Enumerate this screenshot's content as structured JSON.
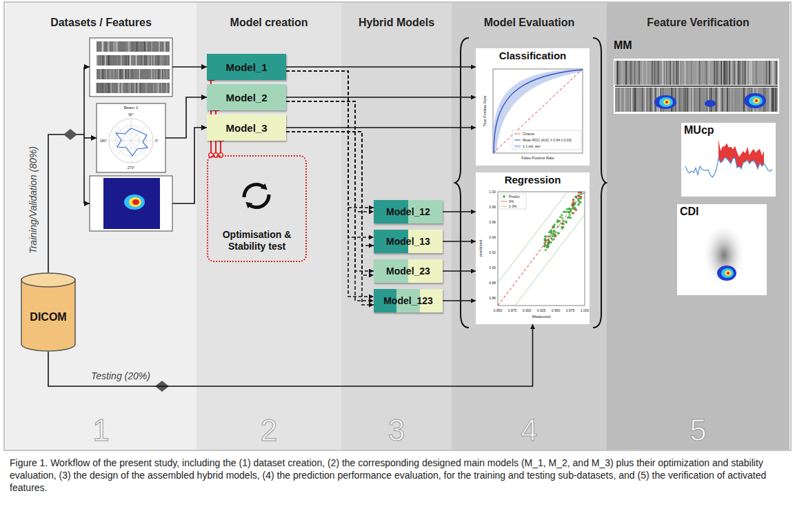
{
  "diagram": {
    "caption": "Figure 1. Workflow of the present study, including the (1) dataset creation, (2) the corresponding designed main models (M_1, M_2, and M_3) plus their optimization and stability evaluation, (3) the design of the assembled hybrid models, (4) the prediction performance evaluation, for the training and testing sub-datasets, and (5) the verification of activated features.",
    "nodes": [
      {
        "text": [
          "Datasets / Features",
          "1"
        ]
      },
      {
        "text": [
          "DICOM"
        ],
        "in": 0
      },
      {
        "text": [
          "Model creation",
          "2"
        ]
      },
      {
        "text": [
          "Model_1"
        ],
        "in": 2
      },
      {
        "text": [
          "Model_2"
        ],
        "in": 2
      },
      {
        "text": [
          "Model_3"
        ],
        "in": 2
      },
      {
        "text": [
          "Optimisation & Stability test"
        ],
        "in": 2
      },
      {
        "text": [
          "Hybrid Models",
          "3"
        ]
      },
      {
        "text": [
          "Model_12"
        ],
        "in": 7
      },
      {
        "text": [
          "Model_13"
        ],
        "in": 7
      },
      {
        "text": [
          "Model_23"
        ],
        "in": 7
      },
      {
        "text": [
          "Model_123"
        ],
        "in": 7
      },
      {
        "text": [
          "Model Evaluation",
          "4"
        ]
      },
      {
        "text": [
          "Classification"
        ],
        "in": 12
      },
      {
        "text": [
          "Regression"
        ],
        "in": 12
      },
      {
        "text": [
          "Feature Verification",
          "5"
        ]
      },
      {
        "text": [
          "MM"
        ],
        "in": 15
      },
      {
        "text": [
          "MUcp"
        ],
        "in": 15
      },
      {
        "text": [
          "CDI"
        ],
        "in": 15
      }
    ],
    "edges": [
      {
        "from": 3,
        "to": 13,
        "arrow": "to"
      },
      {
        "from": 4,
        "to": 13,
        "arrow": "to"
      },
      {
        "from": 5,
        "to": 13,
        "arrow": "to"
      },
      {
        "from": 3,
        "to": 6,
        "arrow": "none"
      },
      {
        "from": 4,
        "to": 6,
        "arrow": "none"
      },
      {
        "from": 5,
        "to": 6,
        "arrow": "none"
      },
      {
        "from": 3,
        "to": 8,
        "arrow": "to"
      },
      {
        "from": 3,
        "to": 9,
        "arrow": "to"
      },
      {
        "from": 3,
        "to": 11,
        "arrow": "to"
      },
      {
        "from": 4,
        "to": 8,
        "arrow": "to"
      },
      {
        "from": 4,
        "to": 10,
        "arrow": "to"
      },
      {
        "from": 4,
        "to": 11,
        "arrow": "to"
      },
      {
        "from": 5,
        "to": 9,
        "arrow": "to"
      },
      {
        "from": 5,
        "to": 10,
        "arrow": "to"
      },
      {
        "from": 5,
        "to": 11,
        "arrow": "to"
      },
      {
        "from": 8,
        "to": 14,
        "arrow": "to"
      },
      {
        "from": 9,
        "to": 14,
        "arrow": "to"
      },
      {
        "from": 10,
        "to": 14,
        "arrow": "to"
      },
      {
        "from": 11,
        "to": 14,
        "arrow": "to"
      },
      {
        "from": 1,
        "to": 14,
        "label": "Testing (20%)",
        "arrow": "to"
      }
    ],
    "labels": [
      "Training/Validation (80%)",
      "Chance",
      "Mean ROC (AUC = 0.94 ± 0.03)",
      "± 1 std. dev.",
      "True Positive Rate",
      "False Positive Rate",
      "Predict",
      "0%",
      "± 3%",
      "Measured",
      "predicted",
      "0.850",
      "0.875",
      "0.900",
      "0.925",
      "0.950",
      "0.975",
      "1.000",
      "0.86",
      "0.88",
      "0.90",
      "0.92",
      "0.94",
      "0.96",
      "0.98",
      "1.00",
      "Beam 1",
      "90°",
      "0°",
      "180°",
      "270°"
    ]
  }
}
